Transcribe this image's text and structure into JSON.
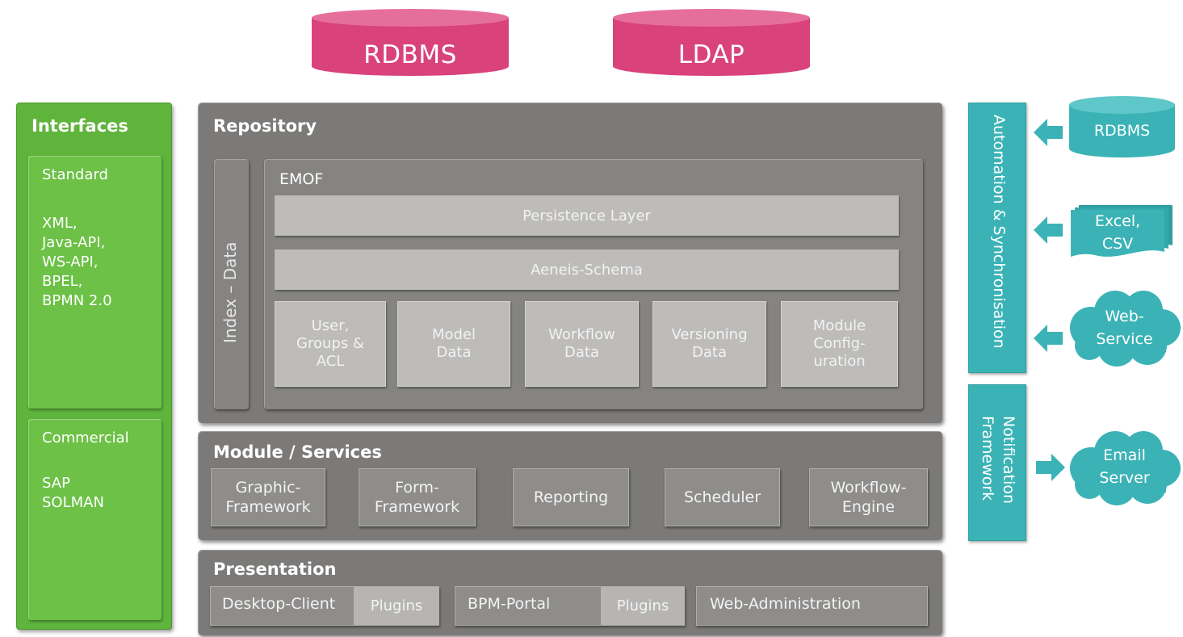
{
  "top_databases": {
    "db1": "RDBMS",
    "db2": "LDAP"
  },
  "interfaces": {
    "title": "Interfaces",
    "standard": {
      "title": "Standard",
      "items": [
        "XML,",
        "Java-API,",
        "WS-API,",
        "BPEL,",
        "BPMN 2.0"
      ]
    },
    "commercial": {
      "title": "Commercial",
      "items": [
        "SAP",
        "SOLMAN"
      ]
    }
  },
  "repository": {
    "title": "Repository",
    "index_data": "Index – Data",
    "emof": {
      "title": "EMOF",
      "persistence": "Persistence Layer",
      "schema": "Aeneis-Schema",
      "boxes": [
        "User,\nGroups &\nACL",
        "Model\nData",
        "Workflow\nData",
        "Versioning\nData",
        "Module\nConfig-\nuration"
      ]
    }
  },
  "modules": {
    "title": "Module / Services",
    "items": [
      "Graphic-\nFramework",
      "Form-\nFramework",
      "Reporting",
      "Scheduler",
      "Workflow-\nEngine"
    ]
  },
  "presentation": {
    "title": "Presentation",
    "desktop": "Desktop-Client",
    "plugins1": "Plugins",
    "portal": "BPM-Portal",
    "plugins2": "Plugins",
    "admin": "Web-Administration"
  },
  "automation": "Automation & Synchronisation",
  "notification": {
    "line1": "Notification",
    "line2": "Framework"
  },
  "sources": {
    "rdbms": "RDBMS",
    "excel": "Excel,\nCSV",
    "webservice": "Web-\nService",
    "email": "Email\nServer"
  },
  "colors": {
    "pink": "#d9427b",
    "green": "#6cc146",
    "grey": "#7b7a78",
    "teal": "#3bb3b6"
  }
}
